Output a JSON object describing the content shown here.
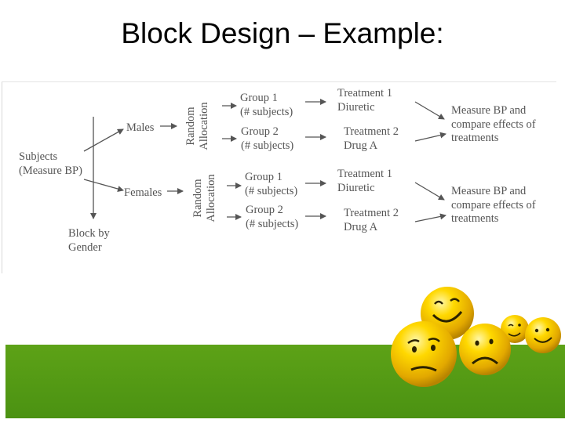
{
  "title": "Block Design – Example:",
  "diagram": {
    "subjects": [
      "Subjects",
      "(Measure BP)"
    ],
    "block": [
      "Block by",
      "Gender"
    ],
    "males": "Males",
    "females": "Females",
    "random_allocation": [
      "Random",
      "Allocation"
    ],
    "males_groups": [
      {
        "name": "Group 1",
        "count": "(# subjects)"
      },
      {
        "name": "Group 2",
        "count": "(# subjects)"
      }
    ],
    "females_groups": [
      {
        "name": "Group 1",
        "count": "(# subjects)"
      },
      {
        "name": "Group 2",
        "count": "(# subjects)"
      }
    ],
    "treatments": [
      {
        "name": "Treatment 1",
        "drug": "Diuretic"
      },
      {
        "name": "Treatment 2",
        "drug": "Drug A"
      }
    ],
    "outcome": [
      "Measure BP and",
      "compare effects of",
      "treatments"
    ]
  },
  "colors": {
    "band": "#4f9714",
    "smiley": "#f4c400",
    "diagram_text": "#555555"
  },
  "icons": [
    "laughing-face-icon",
    "sad-face-icon",
    "frowning-face-icon",
    "winking-face-icon",
    "smiling-face-icon"
  ]
}
